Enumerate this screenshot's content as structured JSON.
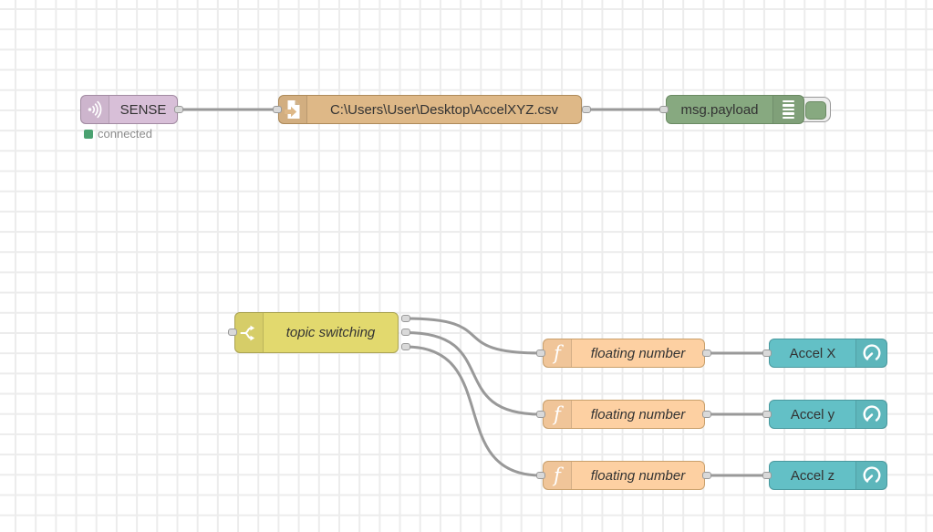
{
  "app": "flow-editor-workspace",
  "colors": {
    "canvas_bg": "#ffffff",
    "grid_line": "#ececec",
    "wire": "#999999",
    "port_fill": "#d9d9d9",
    "port_border": "#999999",
    "label": "#333333",
    "status_text": "#8c8c8c",
    "status_green": "#4aa170",
    "sense_fill": "#d8bfd8",
    "sense_border": "#a28ba2",
    "file_fill": "#deb887",
    "file_border": "#ad8a5a",
    "debug_fill": "#87a980",
    "debug_border": "#6b8a63",
    "switch_fill": "#e2d96e",
    "switch_border": "#aaa353",
    "func_fill": "#fdd0a2",
    "func_border": "#c9a06c",
    "gauge_fill": "#63c0c6",
    "gauge_border": "#4a999e",
    "toggle_bg": "#eeeeee",
    "toggle_border": "#999999"
  },
  "nodes": {
    "sense": {
      "label": "SENSE",
      "status": "connected",
      "icon": "broadcast-icon"
    },
    "file": {
      "label": "C:\\Users\\User\\Desktop\\AccelXYZ.csv",
      "icon": "file-import-icon"
    },
    "debug": {
      "label": "msg.payload",
      "icon": "debug-list-icon"
    },
    "switch": {
      "label": "topic switching",
      "icon": "fork-switch-icon",
      "outputs": 3
    }
  },
  "function_nodes": [
    {
      "label": "floating number",
      "icon": "function-f-icon"
    },
    {
      "label": "floating number",
      "icon": "function-f-icon"
    },
    {
      "label": "floating number",
      "icon": "function-f-icon"
    }
  ],
  "gauge_nodes": [
    {
      "label": "Accel X",
      "icon": "gauge-icon"
    },
    {
      "label": "Accel y",
      "icon": "gauge-icon"
    },
    {
      "label": "Accel z",
      "icon": "gauge-icon"
    }
  ]
}
